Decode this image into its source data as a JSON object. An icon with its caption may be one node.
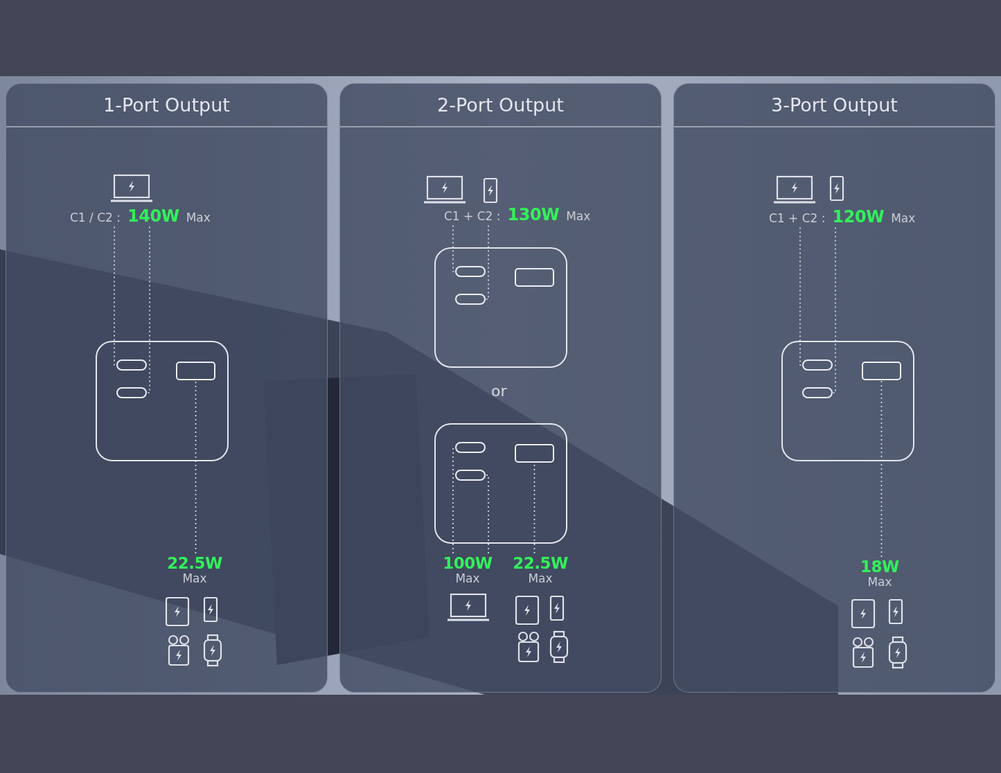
{
  "diagram": {
    "nodes": [
      {
        "text": [
          "1-Port Output"
        ]
      },
      {
        "text": [
          "C1 / C2 :",
          "140W",
          "Max"
        ],
        "in": 0
      },
      {
        "text": [],
        "shape": "box",
        "in": 0
      },
      {
        "text": [],
        "shape": "box",
        "in": 2
      },
      {
        "text": [],
        "shape": "box",
        "in": 2
      },
      {
        "text": [],
        "shape": "box",
        "in": 2
      },
      {
        "text": [
          "22.5W",
          "Max"
        ],
        "in": 0
      },
      {
        "text": [
          "2-Port Output"
        ]
      },
      {
        "text": [
          "C1 + C2 :",
          "130W",
          "Max"
        ],
        "in": 7
      },
      {
        "text": [],
        "shape": "box",
        "in": 7
      },
      {
        "text": [],
        "shape": "box",
        "in": 9
      },
      {
        "text": [],
        "shape": "box",
        "in": 9
      },
      {
        "text": [],
        "shape": "box",
        "in": 9
      },
      {
        "text": [],
        "shape": "box",
        "in": 7
      },
      {
        "text": [],
        "shape": "box",
        "in": 13
      },
      {
        "text": [],
        "shape": "box",
        "in": 13
      },
      {
        "text": [],
        "shape": "box",
        "in": 13
      },
      {
        "text": [
          "100W",
          "Max"
        ],
        "in": 7
      },
      {
        "text": [
          "22.5W",
          "Max"
        ],
        "in": 7
      },
      {
        "text": [
          "3-Port Output"
        ]
      },
      {
        "text": [
          "C1 + C2 :",
          "120W",
          "Max"
        ],
        "in": 19
      },
      {
        "text": [],
        "shape": "box",
        "in": 19
      },
      {
        "text": [],
        "shape": "box",
        "in": 21
      },
      {
        "text": [],
        "shape": "box",
        "in": 21
      },
      {
        "text": [],
        "shape": "box",
        "in": 21
      },
      {
        "text": [
          "18W",
          "Max"
        ],
        "in": 19
      }
    ],
    "edges": [
      {
        "from": 1,
        "to": 3,
        "arrow": "none",
        "style": "dashed"
      },
      {
        "from": 1,
        "to": 4,
        "arrow": "none",
        "style": "dashed"
      },
      {
        "from": 6,
        "to": 5,
        "arrow": "none",
        "style": "dashed"
      },
      {
        "from": 8,
        "to": 10,
        "arrow": "none",
        "style": "dashed"
      },
      {
        "from": 8,
        "to": 11,
        "arrow": "none",
        "style": "dashed"
      },
      {
        "from": 17,
        "to": 14,
        "arrow": "none",
        "style": "dashed"
      },
      {
        "from": 17,
        "to": 15,
        "arrow": "none",
        "style": "dashed"
      },
      {
        "from": 18,
        "to": 16,
        "arrow": "none",
        "style": "dashed"
      },
      {
        "from": 20,
        "to": 22,
        "arrow": "none",
        "style": "dashed"
      },
      {
        "from": 20,
        "to": 23,
        "arrow": "none",
        "style": "dashed"
      },
      {
        "from": 25,
        "to": 24,
        "arrow": "none",
        "style": "dashed"
      }
    ],
    "labels": [
      "or"
    ]
  }
}
